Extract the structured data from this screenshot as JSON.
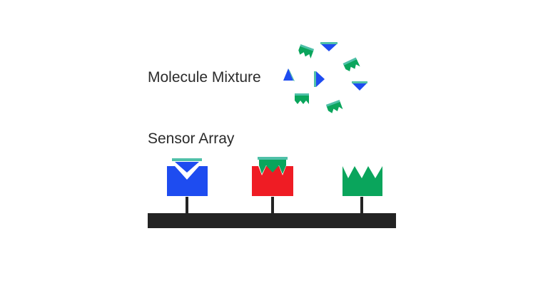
{
  "labels": {
    "molecule_mixture": "Molecule Mixture",
    "sensor_array": "Sensor Array"
  },
  "colors": {
    "blue": "#1e4cf0",
    "red": "#ef1c24",
    "green": "#0aa55c",
    "teal": "#4fc0a8",
    "bar": "#232323",
    "text": "#2b2b2b"
  },
  "sensors": [
    {
      "name": "blue-sensor",
      "color": "blue",
      "bound_molecule": "blue-triangle"
    },
    {
      "name": "red-sensor",
      "color": "red",
      "bound_molecule": "green-zigzag"
    },
    {
      "name": "green-sensor",
      "color": "green",
      "bound_molecule": ""
    }
  ],
  "molecules": [
    {
      "name": "green-zigzag-molecule",
      "color": "green"
    },
    {
      "name": "blue-triangle-molecule",
      "color": "blue"
    },
    {
      "name": "green-zigzag-molecule",
      "color": "green"
    },
    {
      "name": "blue-triangle-molecule",
      "color": "blue"
    },
    {
      "name": "blue-triangle-molecule",
      "color": "blue"
    },
    {
      "name": "blue-triangle-molecule",
      "color": "blue"
    },
    {
      "name": "green-zigzag-molecule",
      "color": "green"
    },
    {
      "name": "green-zigzag-molecule",
      "color": "green"
    }
  ]
}
